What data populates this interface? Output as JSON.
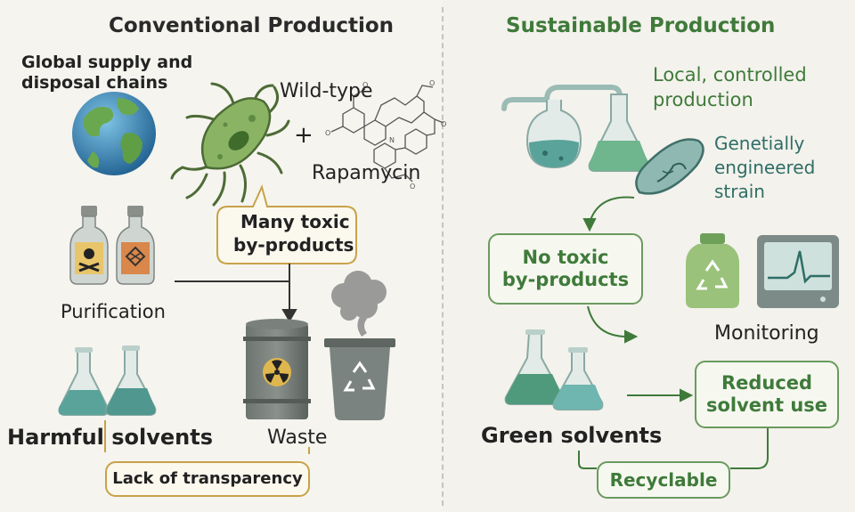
{
  "left": {
    "title": "Conventional Production",
    "global_label_1": "Global supply and",
    "global_label_2": "disposal chains",
    "wild_type": "Wild-type",
    "plus": "+",
    "rapamycin": "Rapamycin",
    "toxic_1": "Many toxic",
    "toxic_2": "by-products",
    "purification": "Purification",
    "harmful_solvents": "Harmful solvents",
    "waste": "Waste",
    "transparency": "Lack of transparency"
  },
  "right": {
    "title": "Sustainable Production",
    "local_1": "Local, controlled",
    "local_2": "production",
    "strain_1": "Genetially",
    "strain_2": "engineered",
    "strain_3": "strain",
    "no_toxic_1": "No toxic",
    "no_toxic_2": "by-products",
    "monitoring": "Monitoring",
    "green_solvents": "Green solvents",
    "reduced_1": "Reduced",
    "reduced_2": "solvent use",
    "recyclable": "Recyclable"
  },
  "colors": {
    "green_accent": "#3f7a3a",
    "gold_border": "#c8a24a",
    "liquid_teal": "#5aa39a",
    "bacterium_green": "#8ab464"
  },
  "icons": [
    "globe-icon",
    "bacterium-icon",
    "molecule-icon",
    "poison-bottle-icon",
    "hazard-bottle-icon",
    "flask-icon",
    "toxic-barrel-icon",
    "recycle-bin-icon",
    "smoke-icon",
    "distillation-flask-icon",
    "recycle-jar-icon",
    "monitor-icon"
  ]
}
